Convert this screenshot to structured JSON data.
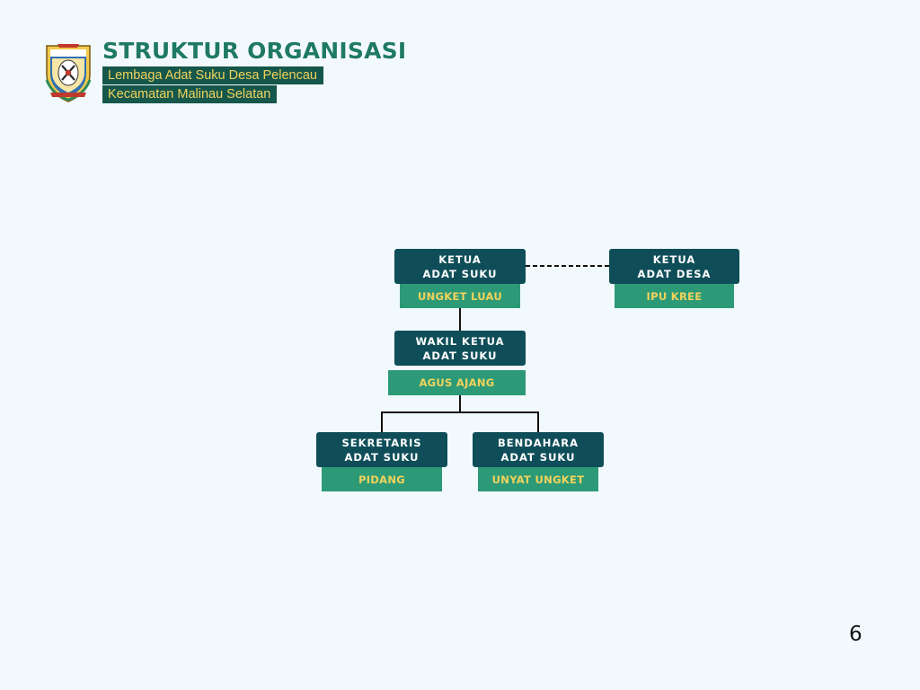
{
  "header": {
    "title": "STRUKTUR ORGANISASI",
    "subtitle_line1": "Lembaga Adat Suku Desa Pelencau",
    "subtitle_line2": "Kecamatan Malinau Selatan"
  },
  "org_chart": {
    "ketua_adat_suku": {
      "role_line1": "KETUA",
      "role_line2": "ADAT SUKU",
      "name": "UNGKET LUAU"
    },
    "ketua_adat_desa": {
      "role_line1": "KETUA",
      "role_line2": "ADAT DESA",
      "name": "IPU KREE"
    },
    "wakil_ketua": {
      "role_line1": "WAKIL KETUA",
      "role_line2": "ADAT SUKU",
      "name": "AGUS AJANG"
    },
    "sekretaris": {
      "role_line1": "SEKRETARIS",
      "role_line2": "ADAT SUKU",
      "name": "PIDANG"
    },
    "bendahara": {
      "role_line1": "BENDAHARA",
      "role_line2": "ADAT SUKU",
      "name": "UNYAT UNGKET"
    }
  },
  "colors": {
    "background": "#f1f9fd",
    "role_box": "#0f4e59",
    "name_box": "#2d9a77",
    "name_text": "#f2d35c",
    "title": "#1f7a64"
  },
  "page_number": "6"
}
